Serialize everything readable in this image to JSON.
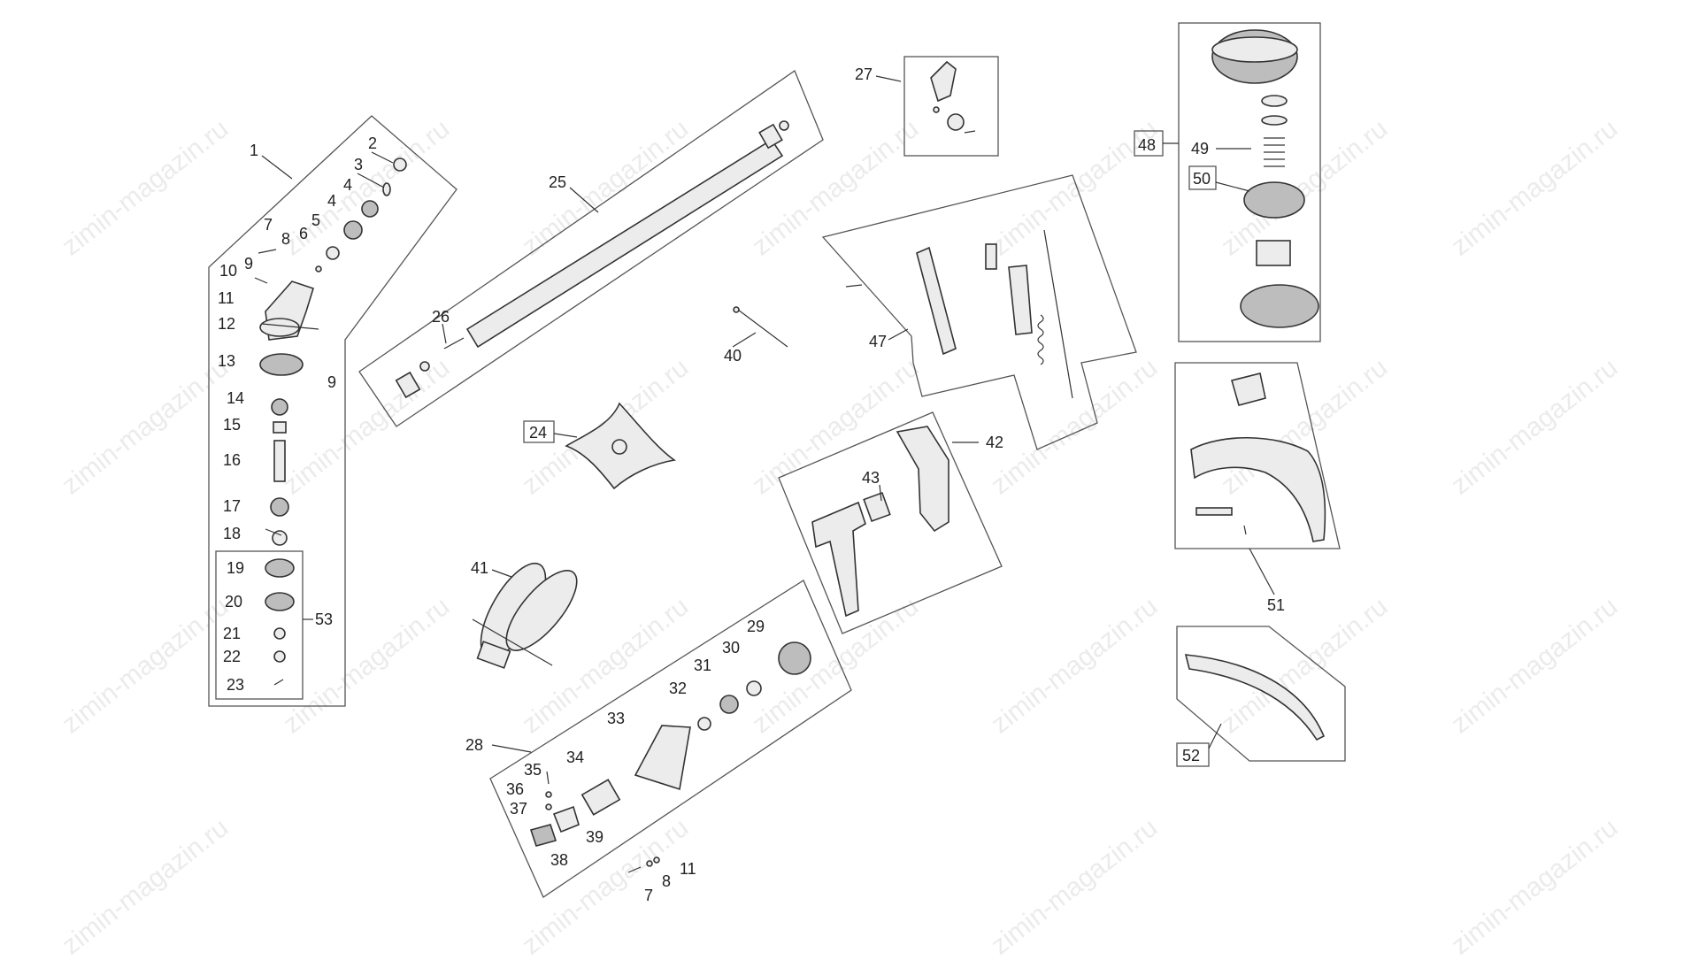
{
  "watermark": "zimin-magazin.ru",
  "labels": {
    "n1": "1",
    "n2": "2",
    "n3": "3",
    "n4a": "4",
    "n4b": "4",
    "n5": "5",
    "n6": "6",
    "n7a": "7",
    "n8a": "8",
    "n9a": "9",
    "n9b": "9",
    "n10": "10",
    "n11a": "11",
    "n12": "12",
    "n13": "13",
    "n14": "14",
    "n15": "15",
    "n16": "16",
    "n17": "17",
    "n18": "18",
    "n19": "19",
    "n20": "20",
    "n21": "21",
    "n22": "22",
    "n23": "23",
    "n24": "24",
    "n25": "25",
    "n26": "26",
    "n27": "27",
    "n28": "28",
    "n29": "29",
    "n30": "30",
    "n31": "31",
    "n32": "32",
    "n33": "33",
    "n34": "34",
    "n35": "35",
    "n36": "36",
    "n37": "37",
    "n38": "38",
    "n39": "39",
    "n40": "40",
    "n41": "41",
    "n42": "42",
    "n43": "43",
    "n47": "47",
    "n48": "48",
    "n49": "49",
    "n50": "50",
    "n51": "51",
    "n52": "52",
    "n53": "53",
    "n7b": "7",
    "n8b": "8",
    "n11b": "11"
  }
}
